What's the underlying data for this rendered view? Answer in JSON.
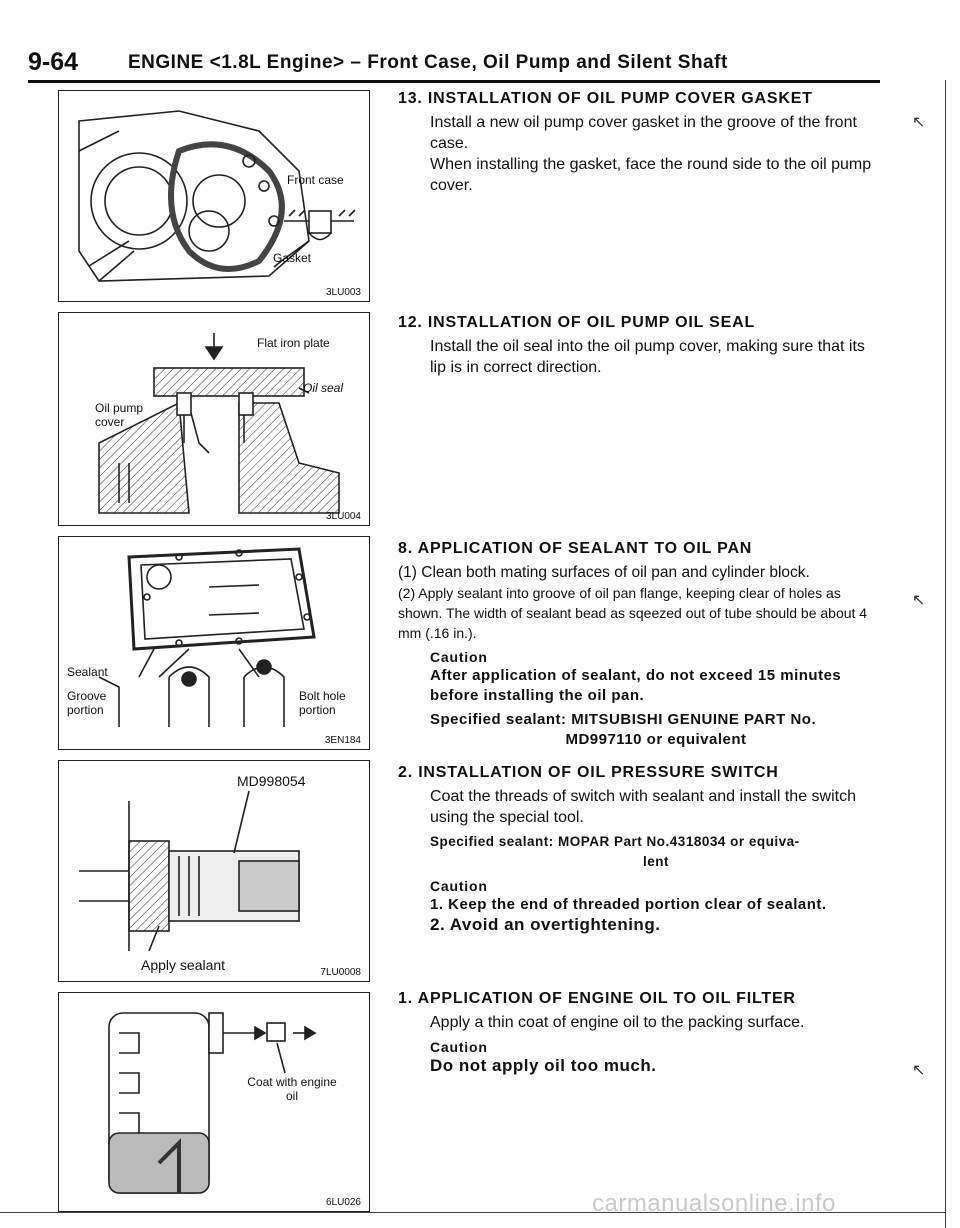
{
  "header": {
    "page_number": "9-64",
    "title": "ENGINE <1.8L Engine> – Front Case, Oil Pump and Silent Shaft"
  },
  "figures": [
    {
      "code": "3LU003",
      "labels": {
        "front_case": "Front case",
        "gasket": "Gasket"
      }
    },
    {
      "code": "3LU004",
      "labels": {
        "flat_iron_plate": "Flat iron plate",
        "oil_seal": "Oil seal",
        "oil_pump_cover": "Oil pump cover"
      }
    },
    {
      "code": "3EN184",
      "labels": {
        "sealant": "Sealant",
        "groove_portion": "Groove portion",
        "bolt_hole_portion": "Bolt hole portion"
      }
    },
    {
      "code": "7LU0008",
      "labels": {
        "tool": "MD998054",
        "apply_sealant": "Apply sealant"
      }
    },
    {
      "code": "6LU026",
      "labels": {
        "coat_with_engine_oil": "Coat with engine oil"
      }
    }
  ],
  "sections": [
    {
      "heading": "13. INSTALLATION OF OIL PUMP COVER GASKET",
      "body": [
        "Install a new oil pump cover gasket in the groove of the front case.",
        "When installing the gasket, face the round side to the oil pump cover."
      ]
    },
    {
      "heading": "12. INSTALLATION OF OIL PUMP OIL SEAL",
      "body": [
        "Install the oil seal into the oil pump cover, making sure that its lip is in correct direction."
      ]
    },
    {
      "heading": "8. APPLICATION OF SEALANT TO OIL PAN",
      "steps": [
        "(1) Clean both mating surfaces of oil pan and cylinder block.",
        "(2) Apply sealant into groove of oil pan flange, keeping clear of holes as shown. The width of sealant bead as sqeezed out of tube should be about 4 mm (.16 in.)."
      ],
      "caution_heading": "Caution",
      "caution": "After application of sealant, do not exceed 15 minutes before installing the oil pan.",
      "spec_line1": "Specified sealant: MITSUBISHI GENUINE PART No.",
      "spec_line2": "MD997110 or equivalent"
    },
    {
      "heading": "2. INSTALLATION OF OIL PRESSURE SWITCH",
      "body": [
        "Coat the threads of switch with sealant and install the switch using the special tool."
      ],
      "spec_line1": "Specified sealant: MOPAR Part No.4318034 or equiva-",
      "spec_line2": "lent",
      "caution_heading": "Caution",
      "caution_1": "1. Keep the end of threaded portion clear of sealant.",
      "caution_2": "2. Avoid an overtightening."
    },
    {
      "heading": "1. APPLICATION OF ENGINE OIL TO OIL FILTER",
      "body": [
        "Apply a thin coat of engine oil to the packing surface."
      ],
      "caution_heading": "Caution",
      "caution": "Do not apply oil too much."
    }
  ],
  "watermark": "carmanualsonline.info"
}
